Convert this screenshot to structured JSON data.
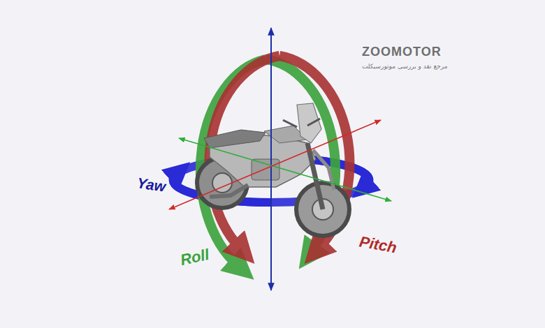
{
  "diagram": {
    "labels": [
      "ZOOMOTOR",
      "مرجع نقد و بررسی موتورسیکلت",
      "Yaw",
      "Roll",
      "Pitch"
    ]
  }
}
